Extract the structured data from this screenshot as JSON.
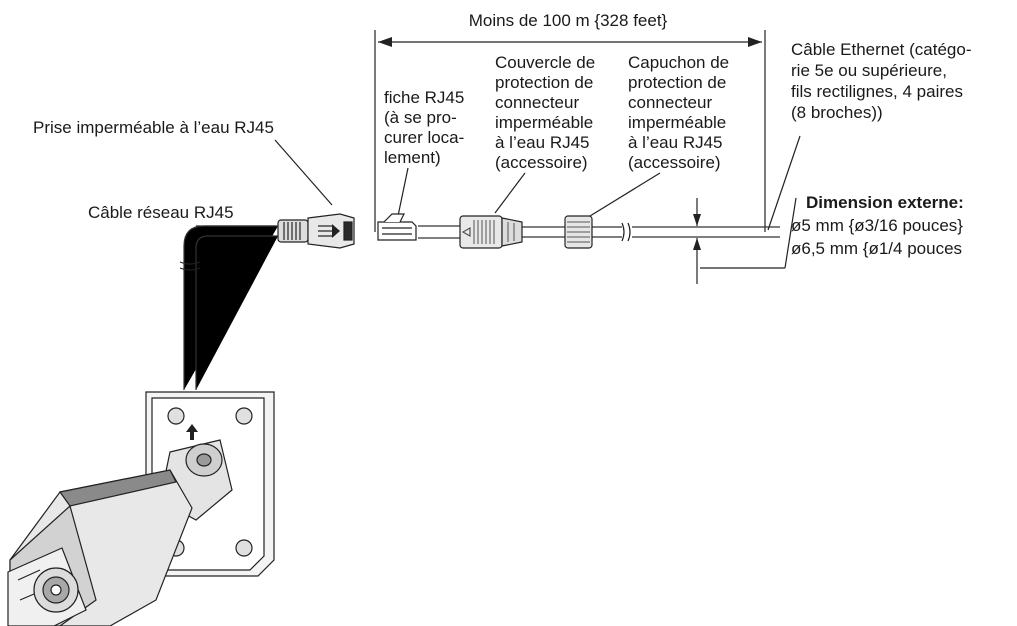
{
  "labels": {
    "distance": "Moins de 100 m {328 feet}",
    "rj45_plug": [
      "fiche RJ45",
      "(à se pro-",
      "curer loca-",
      "lement)"
    ],
    "connector_cover": [
      "Couvercle de",
      "protection de",
      "connecteur",
      "imperméable",
      "à l’eau RJ45",
      "(accessoire)"
    ],
    "connector_cap": [
      "Capuchon de",
      "protection de",
      "connecteur",
      "imperméable",
      "à l’eau RJ45",
      "(accessoire)"
    ],
    "ethernet_cable": [
      "Câble Ethernet (catégo-",
      "rie 5e ou supérieure,",
      "fils rectilignes, 4 paires",
      "(8 broches))"
    ],
    "waterproof_jack": "Prise imperméable à l’eau RJ45",
    "network_cable": "Câble réseau RJ45",
    "external_dimension_title": "Dimension externe:",
    "external_dimension_values": [
      "ø5 mm {ø3/16 pouces}",
      "ø6,5 mm {ø1/4 pouces"
    ]
  },
  "colors": {
    "line": "#222222",
    "camera_body": "#e6e6e6",
    "camera_shade": "#8a8a8a",
    "connector_fill": "#dcdcdc"
  }
}
